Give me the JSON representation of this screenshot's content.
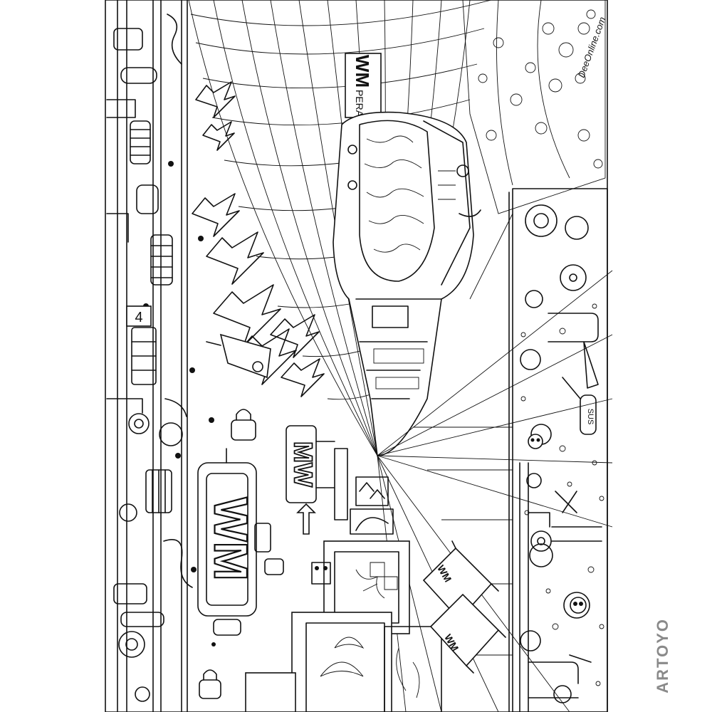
{
  "artwork": {
    "signs": {
      "big_sign": "WM",
      "hanging_sign": "MW",
      "tunnel_sign": "WM",
      "tunnel_sign_sub": "PERA",
      "bench_sign_1": "WM",
      "bench_sign_2": "WM"
    },
    "bottle_label": "SUS",
    "floor_number": "4",
    "signature": "DeeOnline.com"
  },
  "watermark": {
    "text": "ARTOYO"
  },
  "colors": {
    "ink": "#111111",
    "paper": "#ffffff",
    "watermark": "#8a8a8a"
  }
}
